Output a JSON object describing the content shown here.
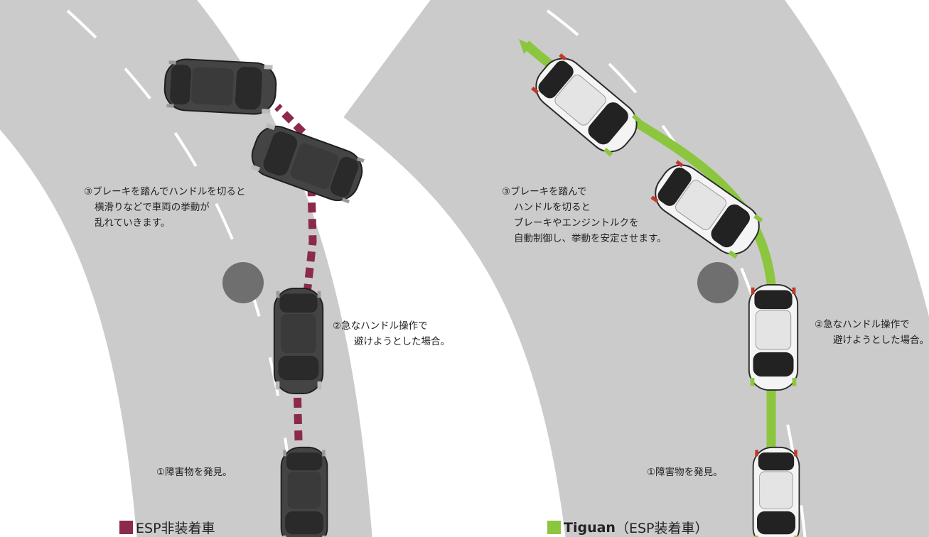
{
  "colors": {
    "road": "#cbcbcb",
    "lane_marking": "#ffffff",
    "obstacle": "#6f6f6f",
    "no_esp_path": "#8b2a4b",
    "esp_path": "#8cc63f",
    "car_dark": "#4a4a4a",
    "car_light": "#f2f2f2"
  },
  "icons": {
    "obstacle": "grey-circle-obstacle",
    "car": "car-top-view"
  },
  "left": {
    "legend_label": "ESP非装着車",
    "step1": "①障害物を発見。",
    "step2": [
      "②急なハンドル操作で",
      "避けようとした場合。"
    ],
    "step3": [
      "③ブレーキを踏んでハンドルを切ると",
      "横滑りなどで車両の挙動が",
      "乱れていきます。"
    ]
  },
  "right": {
    "legend_name": "Tiguan",
    "legend_suffix": "（ESP装着車）",
    "step1": "①障害物を発見。",
    "step2": [
      "②急なハンドル操作で",
      "避けようとした場合。"
    ],
    "step3": [
      "③ブレーキを踏んで",
      "ハンドルを切ると",
      "ブレーキやエンジントルクを",
      "自動制御し、挙動を安定させます。"
    ]
  }
}
